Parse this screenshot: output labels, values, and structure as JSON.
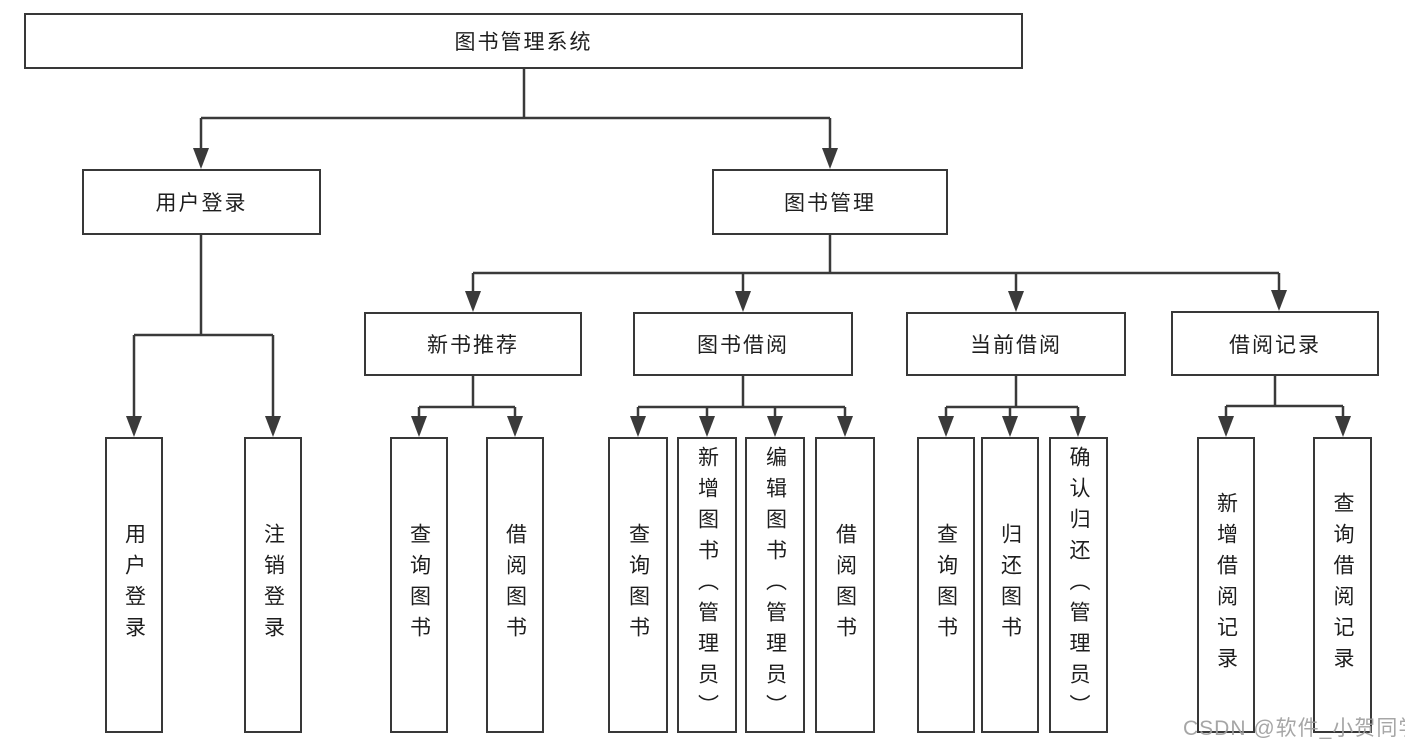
{
  "tree": {
    "label": "图书管理系统",
    "children": [
      {
        "label": "用户登录",
        "children": [
          {
            "label": "用户登录"
          },
          {
            "label": "注销登录"
          }
        ]
      },
      {
        "label": "图书管理",
        "children": [
          {
            "label": "新书推荐",
            "children": [
              {
                "label": "查询图书"
              },
              {
                "label": "借阅图书"
              }
            ]
          },
          {
            "label": "图书借阅",
            "children": [
              {
                "label": "查询图书"
              },
              {
                "label": "新增图书（管理员）"
              },
              {
                "label": "编辑图书（管理员）"
              },
              {
                "label": "借阅图书"
              }
            ]
          },
          {
            "label": "当前借阅",
            "children": [
              {
                "label": "查询图书"
              },
              {
                "label": "归还图书"
              },
              {
                "label": "确认归还（管理员）"
              }
            ]
          },
          {
            "label": "借阅记录",
            "children": [
              {
                "label": "新增借阅记录"
              },
              {
                "label": "查询借阅记录"
              }
            ]
          }
        ]
      }
    ]
  },
  "watermark": "CSDN @软件_小贺同学",
  "colors": {
    "line": "#3a3a3a",
    "box_border": "#383838",
    "text": "#1e1e1e",
    "watermark": "#9e9e9e",
    "background": "#ffffff"
  }
}
